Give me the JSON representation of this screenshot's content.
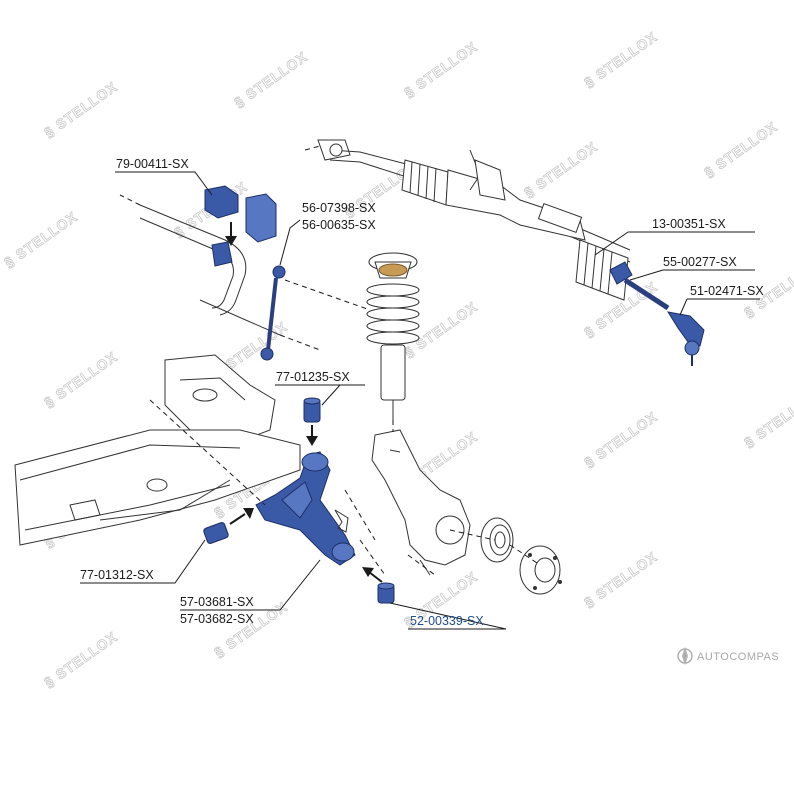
{
  "watermark": {
    "text": "STELLOX"
  },
  "brand": {
    "text": "AUTOCOMPAS"
  },
  "labels": {
    "l_79_00411": "79-00411-SX",
    "l_56_07398": "56-07398-SX",
    "l_56_00635": "56-00635-SX",
    "l_13_00351": "13-00351-SX",
    "l_55_00277": "55-00277-SX",
    "l_51_02471": "51-02471-SX",
    "l_77_01235": "77-01235-SX",
    "l_77_01312": "77-01312-SX",
    "l_57_03681": "57-03681-SX",
    "l_57_03682": "57-03682-SX",
    "l_52_00339": "52-00339-SX"
  },
  "colors": {
    "part_highlight": "#3a5aa8",
    "label_highlight": "#1f4e8c",
    "line": "#1a1a1a",
    "watermark": "#c9c9c9"
  }
}
